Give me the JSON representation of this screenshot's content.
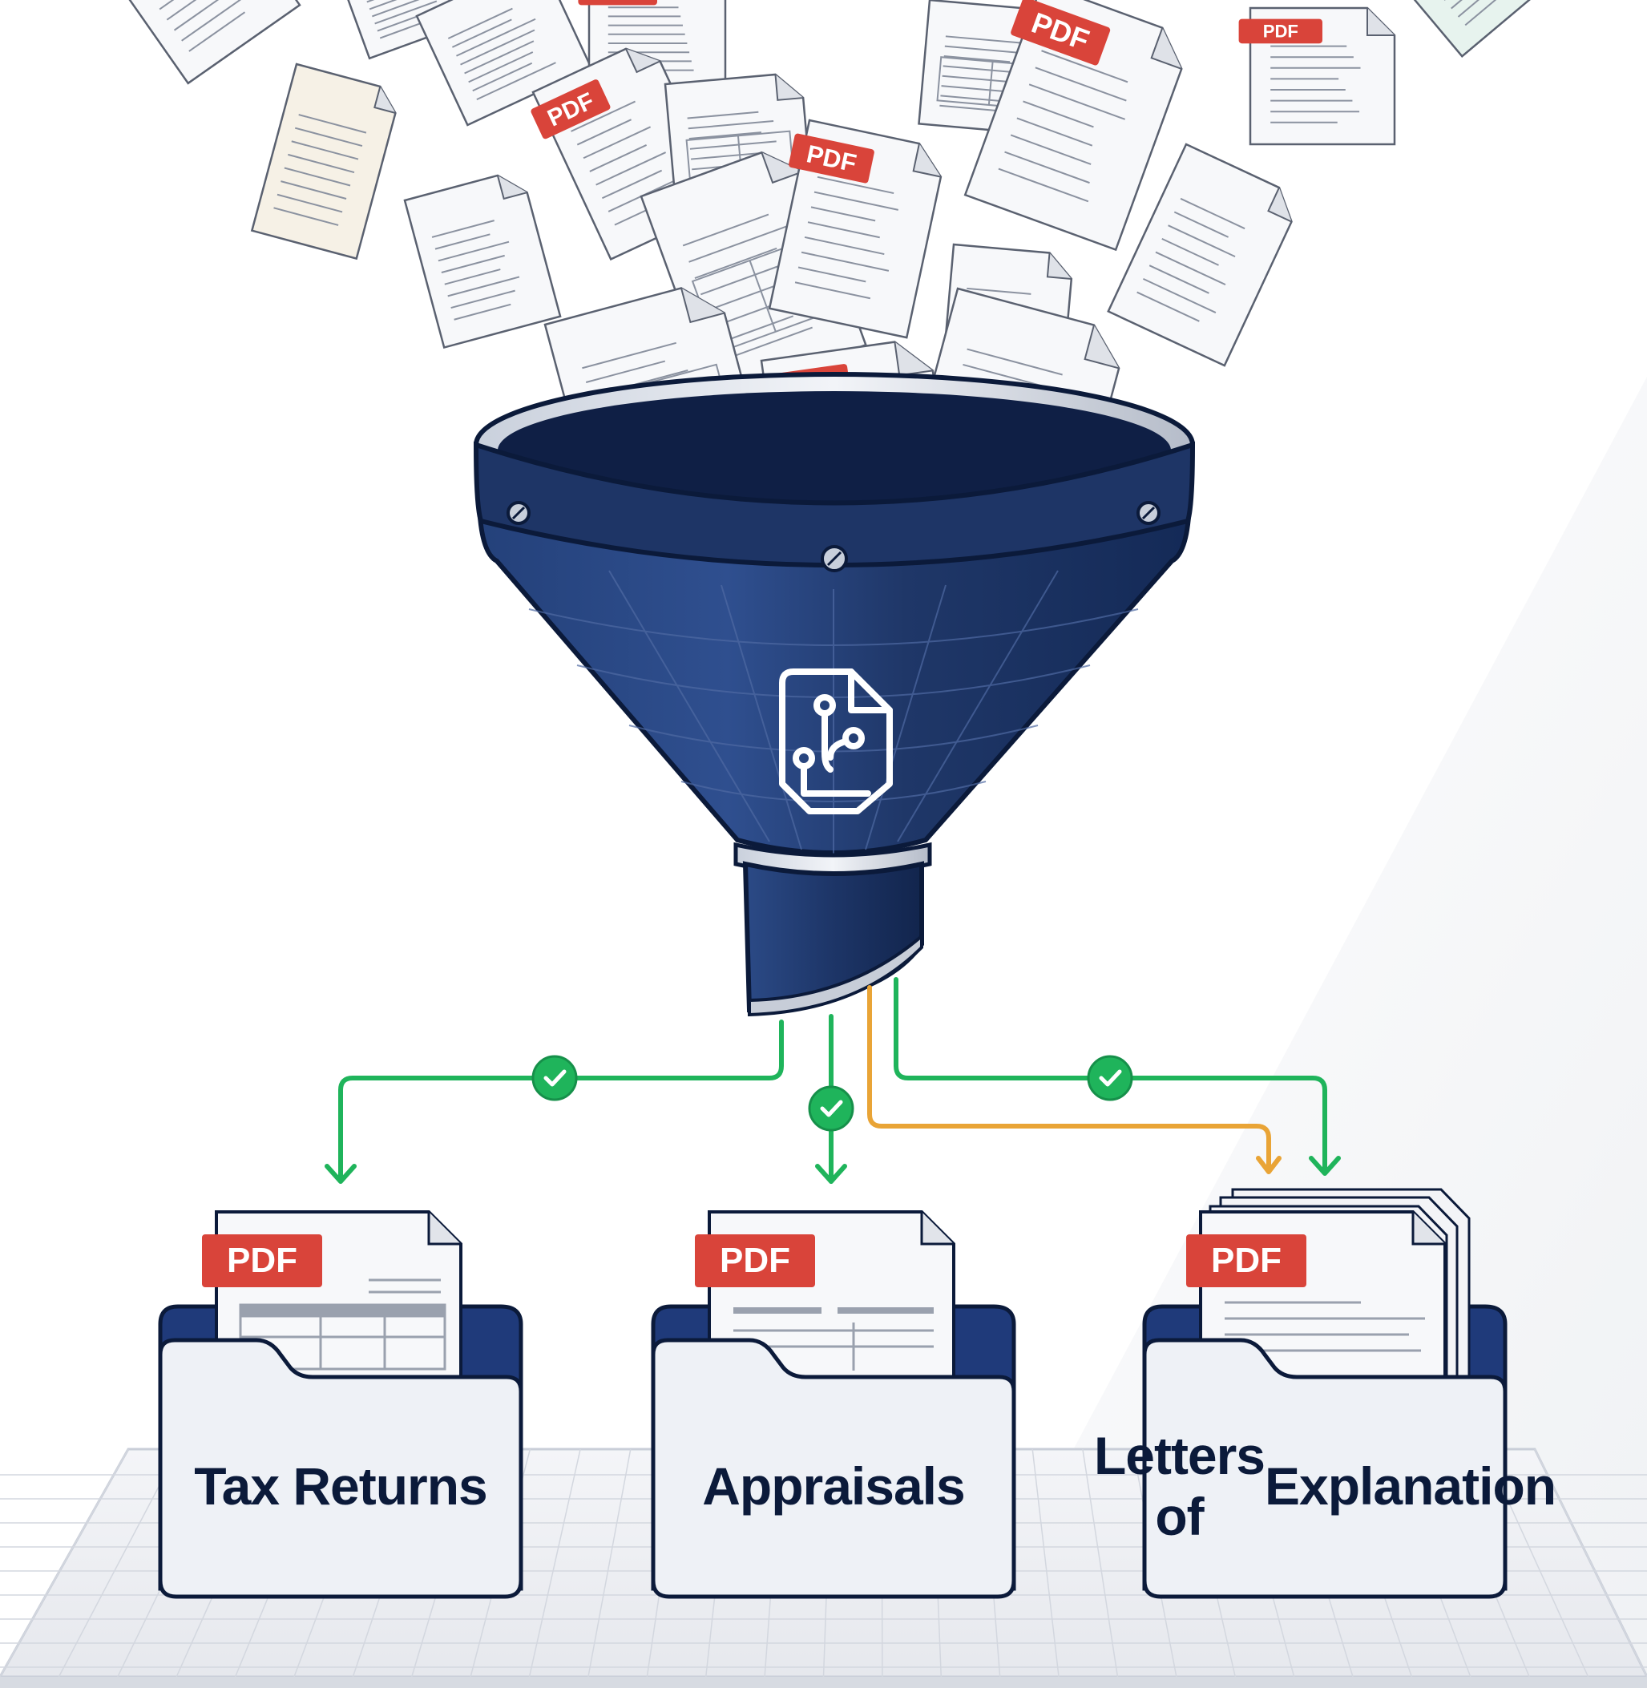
{
  "badge_text": "PDF",
  "folders": [
    {
      "title_lines": [
        "Tax Returns"
      ]
    },
    {
      "title_lines": [
        "Appraisals"
      ]
    },
    {
      "title_lines": [
        "Letters of",
        "Explanation"
      ]
    }
  ],
  "icons": {
    "funnel": "funnel-icon",
    "processor": "document-circuit-icon",
    "check": "check-icon",
    "arrow": "arrow-down-icon",
    "folder": "folder-icon",
    "document": "document-icon"
  },
  "colors": {
    "funnel_navy": "#1e3566",
    "funnel_dark": "#0f1f45",
    "folder_back": "#1f3a7a",
    "folder_front": "#eef1f6",
    "outline": "#0b1a3a",
    "route_green": "#1fb45b",
    "route_amber": "#e9a436",
    "pdf_red": "#d9443a",
    "paper": "#f7f8fa",
    "title_text": "#0b1a3a"
  }
}
